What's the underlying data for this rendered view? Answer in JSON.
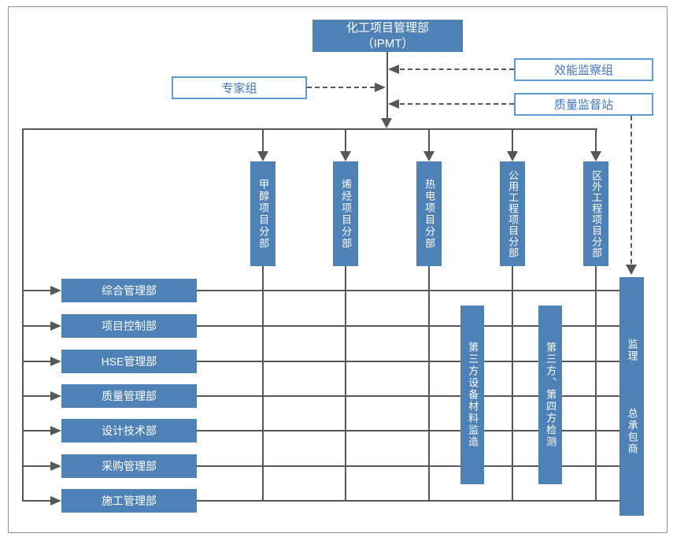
{
  "colors": {
    "box_fill": "#4E81B6",
    "outline_border": "#5B9BD5",
    "outline_text": "#4176BE",
    "connector_line": "#575757",
    "frame_border": "#8f8f8f"
  },
  "header": {
    "title_line1": "化工项目管理部",
    "title_line2": "（IPMT）"
  },
  "advisory": {
    "expert_group": "专家组",
    "efficiency_group": "效能监察组",
    "quality_station": "质量监督站"
  },
  "divisions": [
    "甲醇项目分部",
    "烯烃项目分部",
    "热电项目分部",
    "公用工程项目分部",
    "区外工程项目分部"
  ],
  "departments": [
    "综合管理部",
    "项目控制部",
    "HSE管理部",
    "质量管理部",
    "设计技术部",
    "采购管理部",
    "施工管理部"
  ],
  "third_party": {
    "equipment_supervision": "第三方设备材料监造",
    "inspection": "第三方、第四方检测"
  },
  "contractor": {
    "supervision": "监理",
    "general_contractor": "总承包商"
  }
}
